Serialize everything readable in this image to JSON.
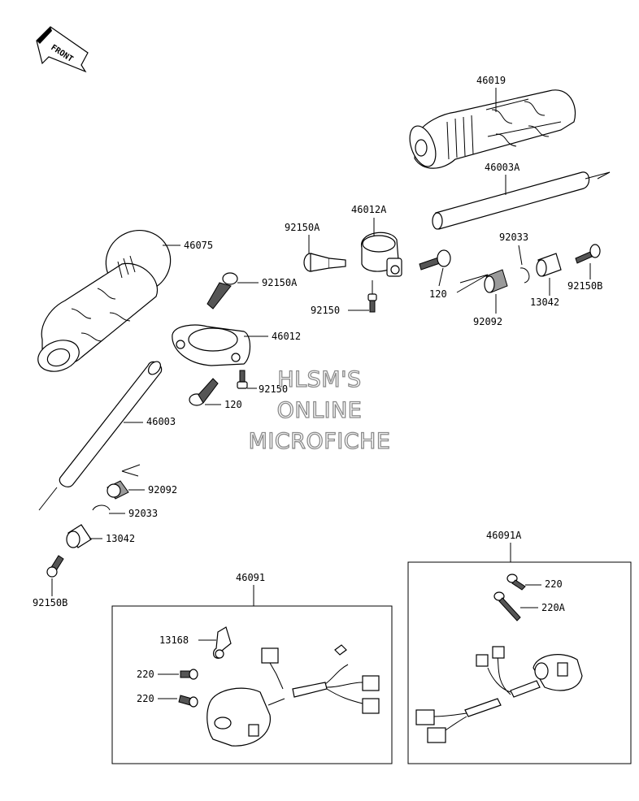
{
  "direction_badge": {
    "text": "FRONT"
  },
  "watermark": {
    "line1": "HLSM'S",
    "line2": "ONLINE",
    "line3": "MICROFICHE"
  },
  "labels": {
    "p46019": "46019",
    "p46003A": "46003A",
    "p46012A": "46012A",
    "p92150A_top": "92150A",
    "p92033_r": "92033",
    "p92150B_r": "92150B",
    "p13042_r": "13042",
    "p92092_r": "92092",
    "p120_r": "120",
    "p92150_top": "92150",
    "p46075": "46075",
    "p92150A_mid": "92150A",
    "p46012": "46012",
    "p92150_mid": "92150",
    "p120_mid": "120",
    "p46003": "46003",
    "p92092_l": "92092",
    "p92033_l": "92033",
    "p13042_l": "13042",
    "p92150B_l": "92150B",
    "p46091A": "46091A",
    "p220_r": "220",
    "p220A_r": "220A",
    "p46091": "46091",
    "p13168": "13168",
    "p220_l1": "220",
    "p220_l2": "220"
  }
}
